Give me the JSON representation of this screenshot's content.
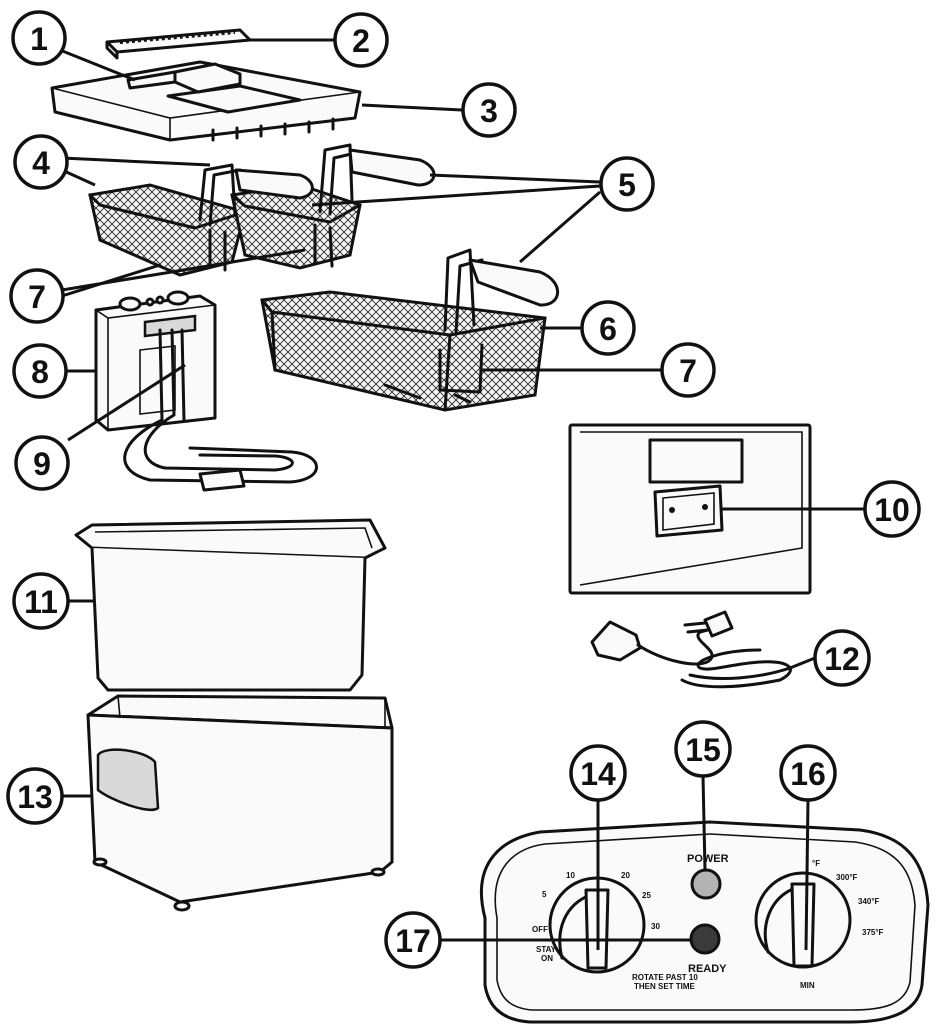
{
  "callouts": {
    "c1": "1",
    "c2": "2",
    "c3": "3",
    "c4": "4",
    "c5": "5",
    "c6": "6",
    "c7a": "7",
    "c7b": "7",
    "c8": "8",
    "c9": "9",
    "c10": "10",
    "c11": "11",
    "c12": "12",
    "c13": "13",
    "c14": "14",
    "c15": "15",
    "c16": "16",
    "c17": "17"
  },
  "control_panel": {
    "power_label": "POWER",
    "ready_label": "READY",
    "timer_marks": [
      "OFF",
      "5",
      "10",
      "20",
      "25",
      "30"
    ],
    "timer_stay_on": [
      "STAY",
      "ON"
    ],
    "timer_note": [
      "ROTATE PAST 10",
      "THEN SET TIME"
    ],
    "temp_marks": [
      "°F",
      "300°F",
      "340°F",
      "375°F"
    ],
    "temp_min": "MIN"
  },
  "colors": {
    "line": "#111111",
    "background": "#ffffff",
    "indicator_power": "#b3b3b3",
    "indicator_ready": "#3a3a3a"
  }
}
